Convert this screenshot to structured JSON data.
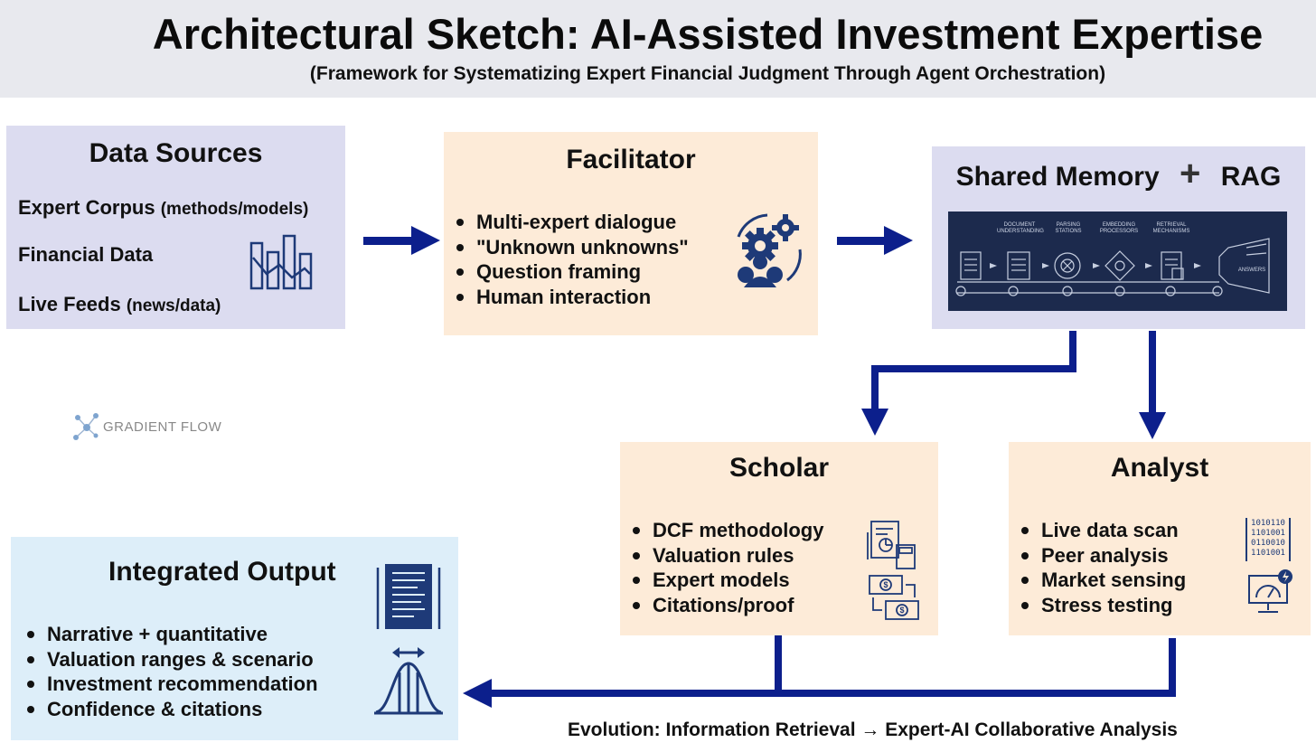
{
  "header": {
    "title": "Architectural Sketch: AI-Assisted Investment Expertise",
    "subtitle": "(Framework for Systematizing Expert Financial Judgment Through Agent Orchestration)"
  },
  "data_sources": {
    "title": "Data Sources",
    "items": [
      {
        "main": "Expert Corpus",
        "detail": "(methods/models)"
      },
      {
        "main": "Financial Data",
        "detail": ""
      },
      {
        "main": "Live Feeds",
        "detail": "(news/data)"
      }
    ],
    "icon": "bar-chart-icon"
  },
  "facilitator": {
    "title": "Facilitator",
    "bullets": [
      "Multi-expert dialogue",
      "\"Unknown unknowns\"",
      "Question framing",
      "Human interaction"
    ],
    "icon": "gears-person-icon"
  },
  "shared_memory": {
    "title_left": "Shared Memory",
    "plus": "+",
    "title_right": "RAG",
    "pipeline_labels": [
      "DOCUMENT UNDERSTANDING",
      "PARSING STATIONS",
      "EMBEDDING PROCESSORS",
      "RETRIEVAL MECHANISMS",
      "ANSWERS"
    ]
  },
  "scholar": {
    "title": "Scholar",
    "bullets": [
      "DCF methodology",
      "Valuation rules",
      "Expert models",
      "Citations/proof"
    ],
    "icons": [
      "document-calculator-icon",
      "money-exchange-icon"
    ]
  },
  "analyst": {
    "title": "Analyst",
    "bullets": [
      "Live data scan",
      "Peer analysis",
      "Market sensing",
      "Stress testing"
    ],
    "binary_lines": [
      "1010110",
      "1101001",
      "0110010",
      "1101001"
    ],
    "icons": [
      "binary-data-icon",
      "gauge-monitor-icon"
    ]
  },
  "integrated_output": {
    "title": "Integrated Output",
    "bullets": [
      "Narrative + quantitative",
      "Valuation ranges & scenario",
      "Investment recommendation",
      "Confidence & citations"
    ],
    "icons": [
      "report-document-icon",
      "bell-curve-range-icon"
    ]
  },
  "brand": {
    "name": "GRADIENT FLOW"
  },
  "footer": {
    "evolution": "Evolution: Information Retrieval → Expert-AI Collaborative Analysis"
  },
  "colors": {
    "arrow": "#0c1f8c",
    "lavender": "#dcdcf0",
    "peach": "#fdebd8",
    "light_blue": "#ddeef9",
    "icon_navy": "#1e3a78"
  }
}
